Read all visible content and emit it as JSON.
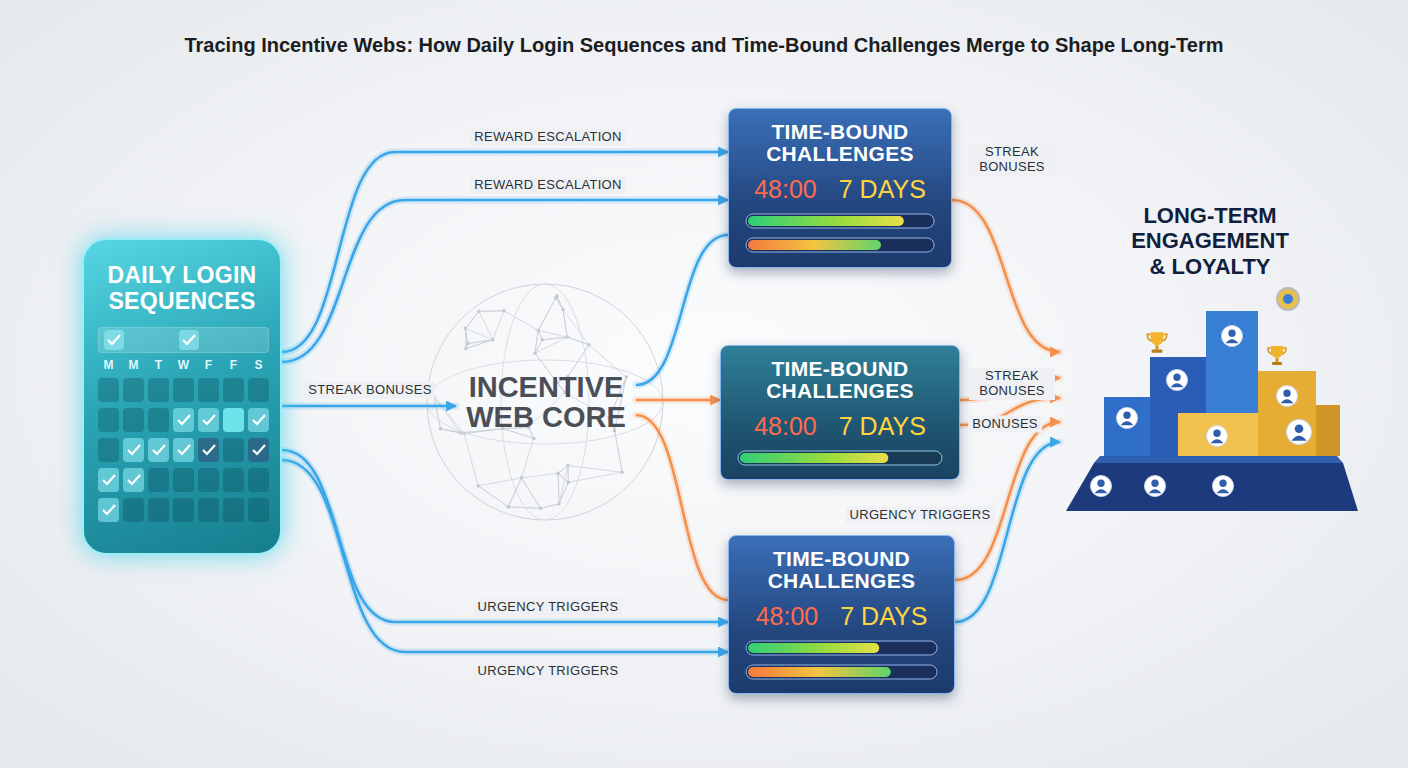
{
  "diagram": {
    "title": "Tracing Incentive Webs: How Daily Login Sequences and Time-Bound Challenges Merge to Shape Long-Term",
    "nodes": [
      {
        "text": [
          "DAILY LOGIN SEQUENCES"
        ]
      },
      {
        "text": [
          "INCENTIVE WEB CORE"
        ]
      },
      {
        "text": [
          "TIME-BOUND CHALLENGES",
          "48:00",
          "7 DAYS"
        ]
      },
      {
        "text": [
          "TIME-BOUND CHALLENGES",
          "48:00",
          "7 DAYS"
        ]
      },
      {
        "text": [
          "TIME-BOUND CHALLENGES",
          "48:00",
          "7 DAYS"
        ]
      },
      {
        "text": [
          "LONG-TERM ENGAGEMENT & LOYALTY"
        ]
      }
    ],
    "edges": [
      {
        "from": 0,
        "to": 2,
        "label": "REWARD ESCALATION",
        "arrow": "to"
      },
      {
        "from": 0,
        "to": 2,
        "label": "REWARD ESCALATION",
        "arrow": "to"
      },
      {
        "from": 0,
        "to": 1,
        "label": "STREAK BONUSES",
        "arrow": "to"
      },
      {
        "from": 0,
        "to": 4,
        "label": "URGENCY TRIGGERS",
        "arrow": "to"
      },
      {
        "from": 0,
        "to": 4,
        "label": "URGENCY TRIGGERS",
        "arrow": "to"
      },
      {
        "from": 1,
        "to": 2,
        "arrow": "none"
      },
      {
        "from": 1,
        "to": 3,
        "arrow": "to"
      },
      {
        "from": 1,
        "to": 4,
        "arrow": "none"
      },
      {
        "from": 2,
        "to": 5,
        "label": "STREAK BONUSES",
        "arrow": "to"
      },
      {
        "from": 3,
        "to": 5,
        "label": "STREAK BONUSES",
        "arrow": "to"
      },
      {
        "from": 3,
        "to": 5,
        "label": "BONUSES",
        "arrow": "to"
      },
      {
        "from": 4,
        "to": 5,
        "label": "URGENCY TRIGGERS",
        "arrow": "to"
      },
      {
        "from": 4,
        "to": 5,
        "arrow": "to"
      }
    ],
    "labels": [
      "M",
      "M",
      "T",
      "W",
      "F",
      "F",
      "S"
    ]
  }
}
